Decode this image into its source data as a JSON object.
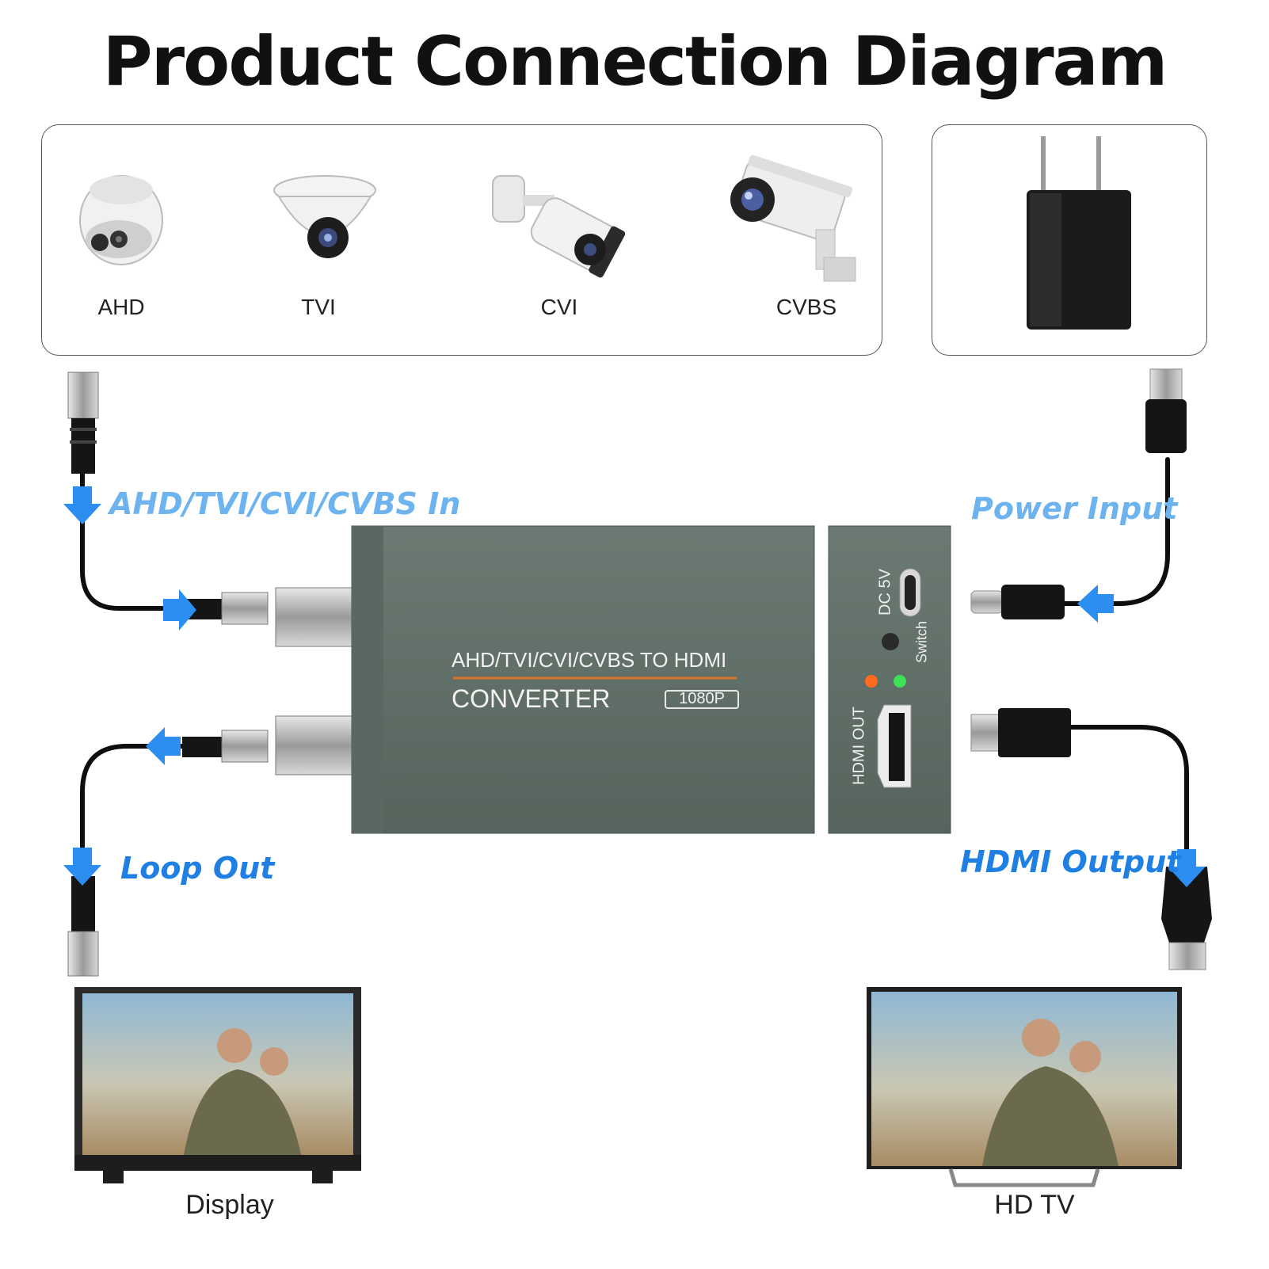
{
  "title": "Product Connection Diagram",
  "cameras": {
    "ahd": "AHD",
    "tvi": "TVI",
    "cvi": "CVI",
    "cvbs": "CVBS"
  },
  "flows": {
    "input": "AHD/TVI/CVI/CVBS In",
    "power": "Power Input",
    "loop": "Loop Out",
    "hdmi": "HDMI Output"
  },
  "device": {
    "name_line1": "AHD/TVI/CVI/CVBS TO HDMI",
    "name_line2": "CONVERTER",
    "resolution_badge": "1080P",
    "dc_label": "DC 5V",
    "switch_label": "Switch",
    "hdmi_out_label": "HDMI OUT"
  },
  "displays": {
    "left": "Display",
    "right": "HD TV"
  },
  "colors": {
    "arrow_blue": "#2b8ef0",
    "label_blue_light": "#6db3ef",
    "label_blue_dark": "#1f7fe3",
    "device_green": "#5f6e66",
    "accent_orange": "#d9742f"
  }
}
